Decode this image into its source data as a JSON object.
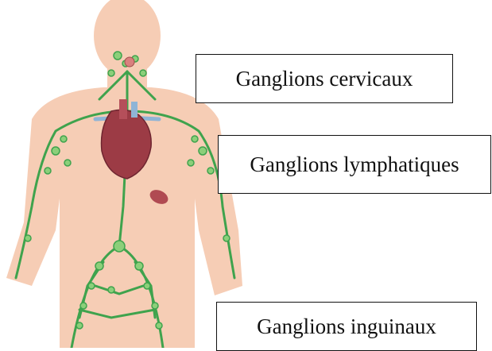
{
  "labels": {
    "cervical": "Ganglions cervicaux",
    "lymphatic": "Ganglions lymphatiques",
    "inguinal": "Ganglions inguinaux"
  },
  "colors": {
    "skin": "#f6cdb5",
    "lymph_vessel": "#3fa34d",
    "lymph_node": "#8ccf7a",
    "heart": "#9c3b45",
    "vein": "#8fb4d6"
  },
  "icons": [
    "body-silhouette",
    "heart-icon",
    "spleen-icon",
    "thymus-node"
  ]
}
